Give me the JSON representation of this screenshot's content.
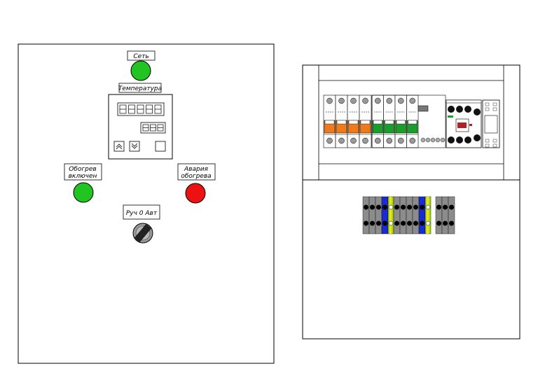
{
  "front_panel": {
    "labels": {
      "network": "Сеть",
      "temperature": "Температура",
      "heating_on_line1": "Обогрев",
      "heating_on_line2": "включен",
      "heating_alarm_line1": "Авария",
      "heating_alarm_line2": "обогрева",
      "mode_switch": "Руч 0 Авт"
    },
    "lamp_colors": {
      "network": "#22c422",
      "heating_on": "#22c422",
      "heating_alarm": "#ee1111"
    },
    "controller": {
      "main_display_digits": 5,
      "secondary_display_digits": 3,
      "buttons": [
        "chevron-up-icon",
        "chevron-down-icon",
        "square-button"
      ]
    }
  },
  "internal_panel": {
    "breaker_colors": {
      "orange": "#f07a1a",
      "green": "#1a9e2a",
      "terminal_gray": "#8c8c8c",
      "terminal_blue": "#1a2bd6",
      "terminal_yellow_green": "#a8d81a"
    },
    "orange_breakers": 4,
    "green_breakers": 4
  }
}
